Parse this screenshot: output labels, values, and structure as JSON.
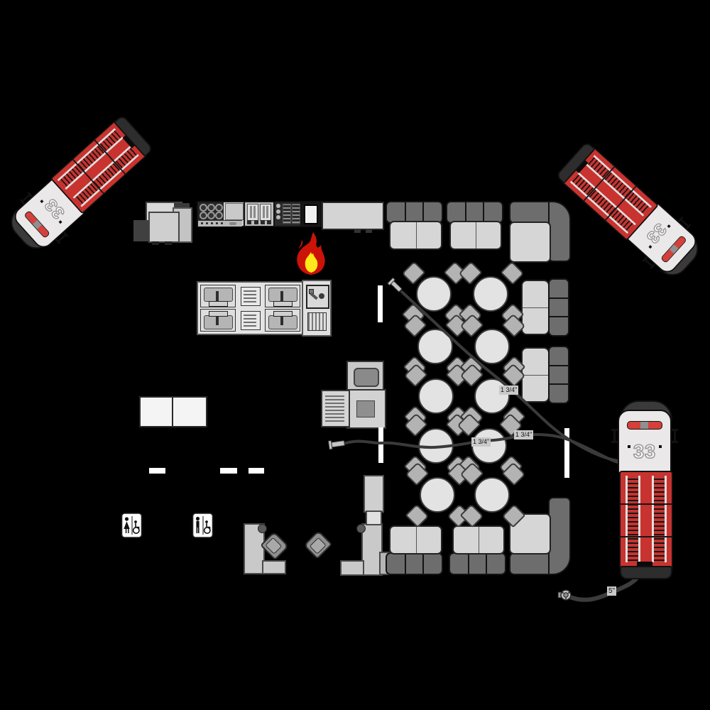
{
  "page": {
    "background": "#000000",
    "description": "Fire pre-incident plan: restaurant floor plan with three engines, attack lines and supply line"
  },
  "apparatus": {
    "engine_number": "33",
    "count": 3,
    "truck_color": "#c8332f",
    "cab_color": "#eae8e8"
  },
  "hose_labels": {
    "attack1": "1 3/4\"",
    "attack2": "1 3/4\"",
    "attack3": "1 3/4\"",
    "supply": "5\""
  },
  "symbols": {
    "fire": "fire-icon",
    "hydrant": "hydrant-icon",
    "restroom_women": "restroom-women-accessible-icon",
    "restroom_men": "restroom-men-accessible-icon"
  },
  "colors": {
    "hose": "#3a3a3a",
    "flame_outer": "#cc1307",
    "flame_inner": "#ffe81a",
    "wall_opening": "#ffffff"
  }
}
